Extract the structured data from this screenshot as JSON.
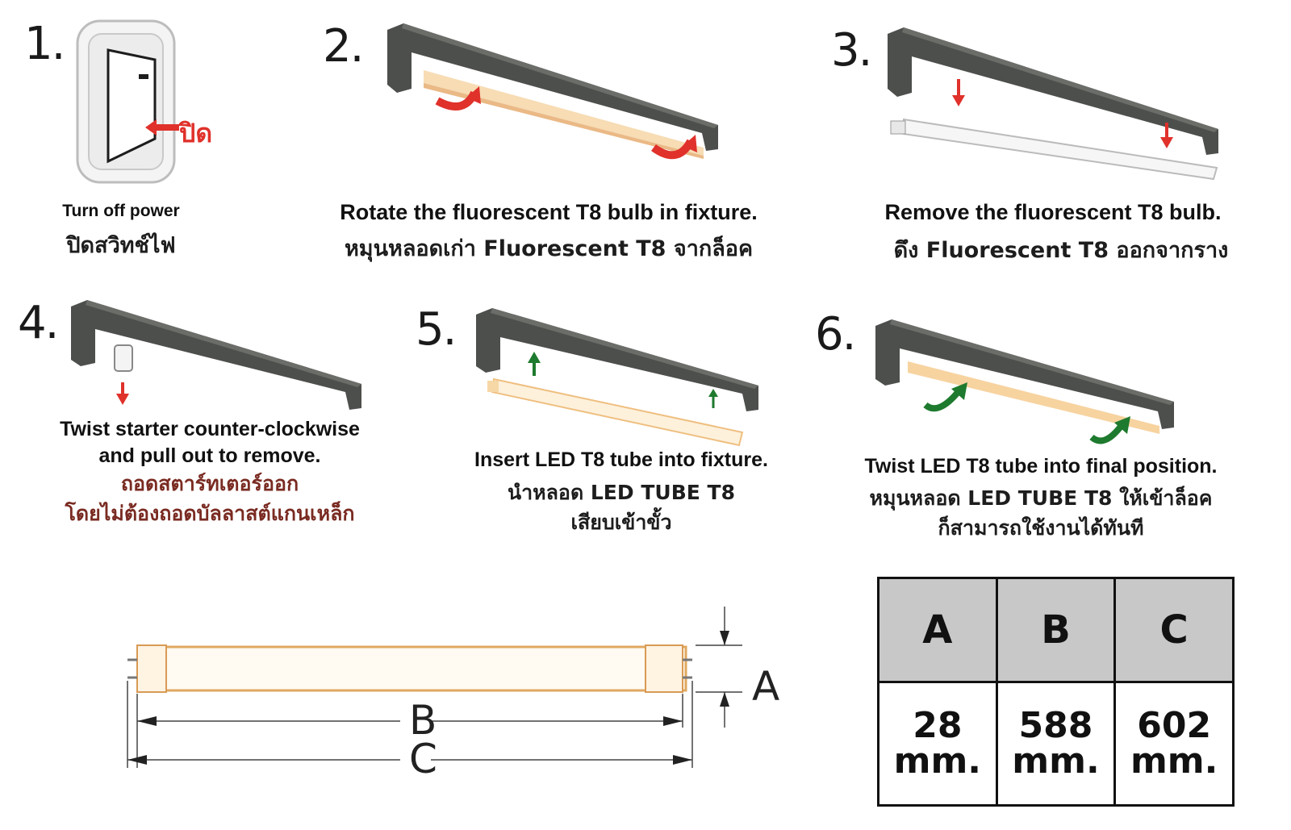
{
  "steps": [
    {
      "num": "1.",
      "en": "Turn off power",
      "th": "ปิดสวิทช์ไฟ",
      "switch_label": "ปิด"
    },
    {
      "num": "2.",
      "en": "Rotate the fluorescent T8 bulb in fixture.",
      "th": "หมุนหลอดเก่า Fluorescent T8 จากล็อค"
    },
    {
      "num": "3.",
      "en": "Remove the fluorescent T8 bulb.",
      "th": "ดึง Fluorescent T8 ออกจากราง"
    },
    {
      "num": "4.",
      "en1": "Twist starter counter-clockwise",
      "en2": "and pull out to remove.",
      "th1": "ถอดสตาร์ทเตอร์ออก",
      "th2": "โดยไม่ต้องถอดบัลลาสต์แกนเหล็ก"
    },
    {
      "num": "5.",
      "en": "Insert LED T8 tube into fixture.",
      "th1": "นำหลอด LED TUBE T8",
      "th2": "เสียบเข้าขั้ว"
    },
    {
      "num": "6.",
      "en": "Twist LED T8 tube into final position.",
      "th1": "หมุนหลอด LED TUBE T8 ให้เข้าล็อค",
      "th2": "ก็สามารถใช้งานได้ทันที"
    }
  ],
  "diagram": {
    "label_a": "A",
    "label_b": "B",
    "label_c": "C"
  },
  "table": {
    "headers": [
      "A",
      "B",
      "C"
    ],
    "values": [
      "28",
      "588",
      "602"
    ],
    "unit": "mm."
  },
  "colors": {
    "fixture": "#4d4f4c",
    "arrow_red": "#e0312b",
    "arrow_green": "#1e7a2e",
    "tube_glow": "#f3c98c"
  }
}
